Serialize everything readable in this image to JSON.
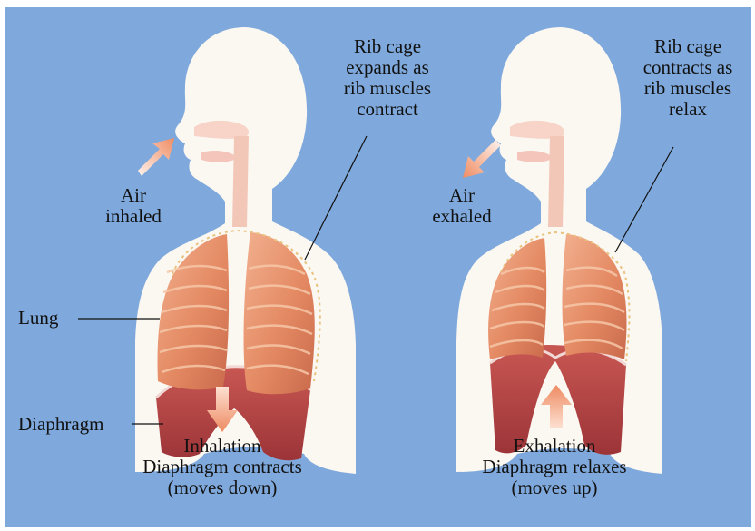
{
  "figure": {
    "inhalation": {
      "rib_cage_label": [
        "Rib cage",
        "expands as",
        "rib muscles",
        "contract"
      ],
      "air_label": [
        "Air",
        "inhaled"
      ],
      "lung_label": "Lung",
      "diaphragm_label": "Diaphragm",
      "title": "Inhalation",
      "caption": [
        "Diaphragm contracts",
        "(moves down)"
      ]
    },
    "exhalation": {
      "rib_cage_label": [
        "Rib cage",
        "contracts as",
        "rib muscles",
        "relax"
      ],
      "air_label": [
        "Air",
        "exhaled"
      ],
      "title": "Exhalation",
      "caption": [
        "Diaphragm relaxes",
        "(moves up)"
      ]
    }
  },
  "colors": {
    "background": "#7fa9dc",
    "body": "#fbf7f1",
    "lung": "#e58c66",
    "diaphragm": "#c6504f",
    "arrow": "#f19a75"
  }
}
